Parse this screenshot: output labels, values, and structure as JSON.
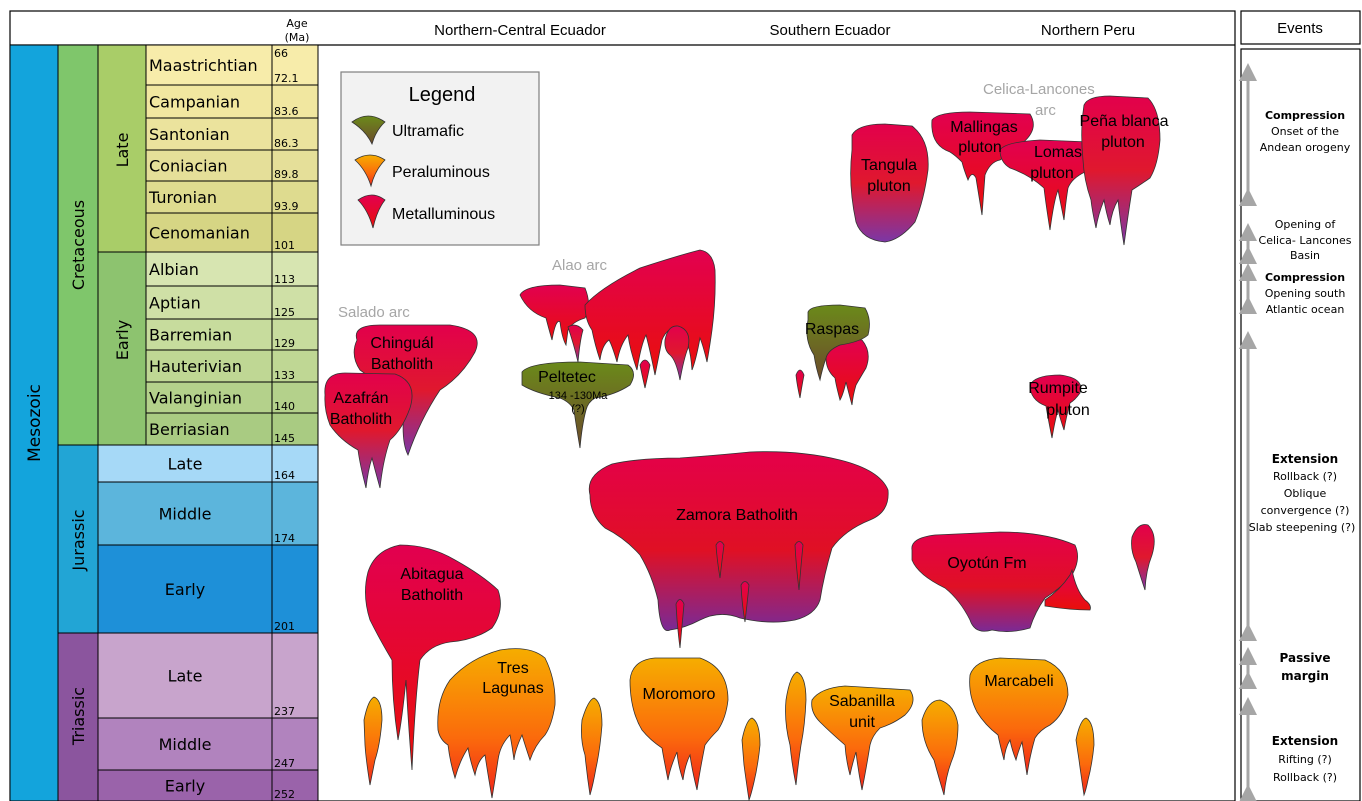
{
  "header": {
    "age_label_line1": "Age",
    "age_label_line2": "(Ma)",
    "regions": [
      "Northern-Central Ecuador",
      "Southern Ecuador",
      "Northern Peru"
    ],
    "events_title": "Events"
  },
  "timescale": {
    "era": "Mesozoic",
    "periods": [
      "Cretaceous",
      "Jurassic",
      "Triassic"
    ],
    "epochs": {
      "cretaceous_late": "Late",
      "cretaceous_early": "Early"
    },
    "stages": [
      {
        "name": "Maastrichtian",
        "age": "72.1",
        "age_top": "66",
        "color": "#f7ecaa"
      },
      {
        "name": "Campanian",
        "age": "83.6",
        "color": "#f1e7a0"
      },
      {
        "name": "Santonian",
        "age": "86.3",
        "color": "#ebe39d"
      },
      {
        "name": "Coniacian",
        "age": "89.8",
        "color": "#e5df99"
      },
      {
        "name": "Turonian",
        "age": "93.9",
        "color": "#dedb8f"
      },
      {
        "name": "Cenomanian",
        "age": "101",
        "color": "#d6d584"
      },
      {
        "name": "Albian",
        "age": "113",
        "color": "#d7e5b1"
      },
      {
        "name": "Aptian",
        "age": "125",
        "color": "#cfe0a6"
      },
      {
        "name": "Barremian",
        "age": "129",
        "color": "#c7dc9d"
      },
      {
        "name": "Hauterivian",
        "age": "133",
        "color": "#bfd794"
      },
      {
        "name": "Valanginian",
        "age": "140",
        "color": "#b4d18b"
      },
      {
        "name": "Berriasian",
        "age": "145",
        "color": "#a9cb82"
      },
      {
        "name": "Late",
        "age": "164",
        "color": "#a6d9f7"
      },
      {
        "name": "Middle",
        "age": "174",
        "color": "#5cb5dc"
      },
      {
        "name": "Early",
        "age": "201",
        "color": "#1e90d8"
      },
      {
        "name": "Late",
        "age": "237",
        "color": "#c8a4cc"
      },
      {
        "name": "Middle",
        "age": "247",
        "color": "#b183be"
      },
      {
        "name": "Early",
        "age": "252",
        "color": "#9a63aa"
      }
    ]
  },
  "legend": {
    "title": "Legend",
    "items": [
      {
        "label": "Ultramafic",
        "color": "#5f7a1c"
      },
      {
        "label": "Peraluminous",
        "color": "#f5a300"
      },
      {
        "label": "Metalluminous",
        "color": "#e8003c"
      }
    ]
  },
  "arcs": {
    "salado": "Salado arc",
    "alao": "Alao arc",
    "celica_line1": "Celica-Lancones",
    "celica_line2": "arc"
  },
  "bodies": {
    "chingual": [
      "Chinguál",
      "Batholith"
    ],
    "azafran": [
      "Azafrán",
      "Batholith"
    ],
    "peltetec": "Peltetec",
    "peltetec_age": [
      "134 -130Ma",
      "(?)"
    ],
    "raspas": "Raspas",
    "tangula": [
      "Tangula",
      "pluton"
    ],
    "mallingas": [
      "Mallingas",
      "pluton"
    ],
    "lomas": [
      "Lomas",
      "pluton"
    ],
    "pena_blanca": [
      "Peña blanca",
      "pluton"
    ],
    "rumpite": [
      "Rumpite",
      "pluton"
    ],
    "zamora": "Zamora Batholith",
    "oyotun": "Oyotún Fm",
    "abitagua": [
      "Abitagua",
      "Batholith"
    ],
    "tres_lagunas": [
      "Tres",
      "Lagunas"
    ],
    "moromoro": "Moromoro",
    "sabanilla": [
      "Sabanilla",
      "unit"
    ],
    "marcabeli": "Marcabeli"
  },
  "events": {
    "e1": [
      "Compression",
      "Onset of the",
      "Andean orogeny"
    ],
    "e2": [
      "Opening of",
      "Celica- Lancones",
      "Basin"
    ],
    "e3": [
      "Compression",
      "Opening south",
      "Atlantic ocean"
    ],
    "e4": [
      "Extension",
      "Rollback (?)",
      "Oblique",
      "convergence (?)",
      "Slab steepening (?)"
    ],
    "e5": [
      "Passive",
      "margin"
    ],
    "e6": [
      "Extension",
      "Rifting (?)",
      "Rollback (?)"
    ]
  },
  "colors": {
    "mesozoic": "#13a4dc",
    "cretaceous": "#7fc66b",
    "jurassic": "#22a5d5",
    "triassic": "#8b559e",
    "metalluminous": "#e8003c",
    "peraluminous": "#f5a300",
    "ultramafic": "#5f7a1c"
  }
}
